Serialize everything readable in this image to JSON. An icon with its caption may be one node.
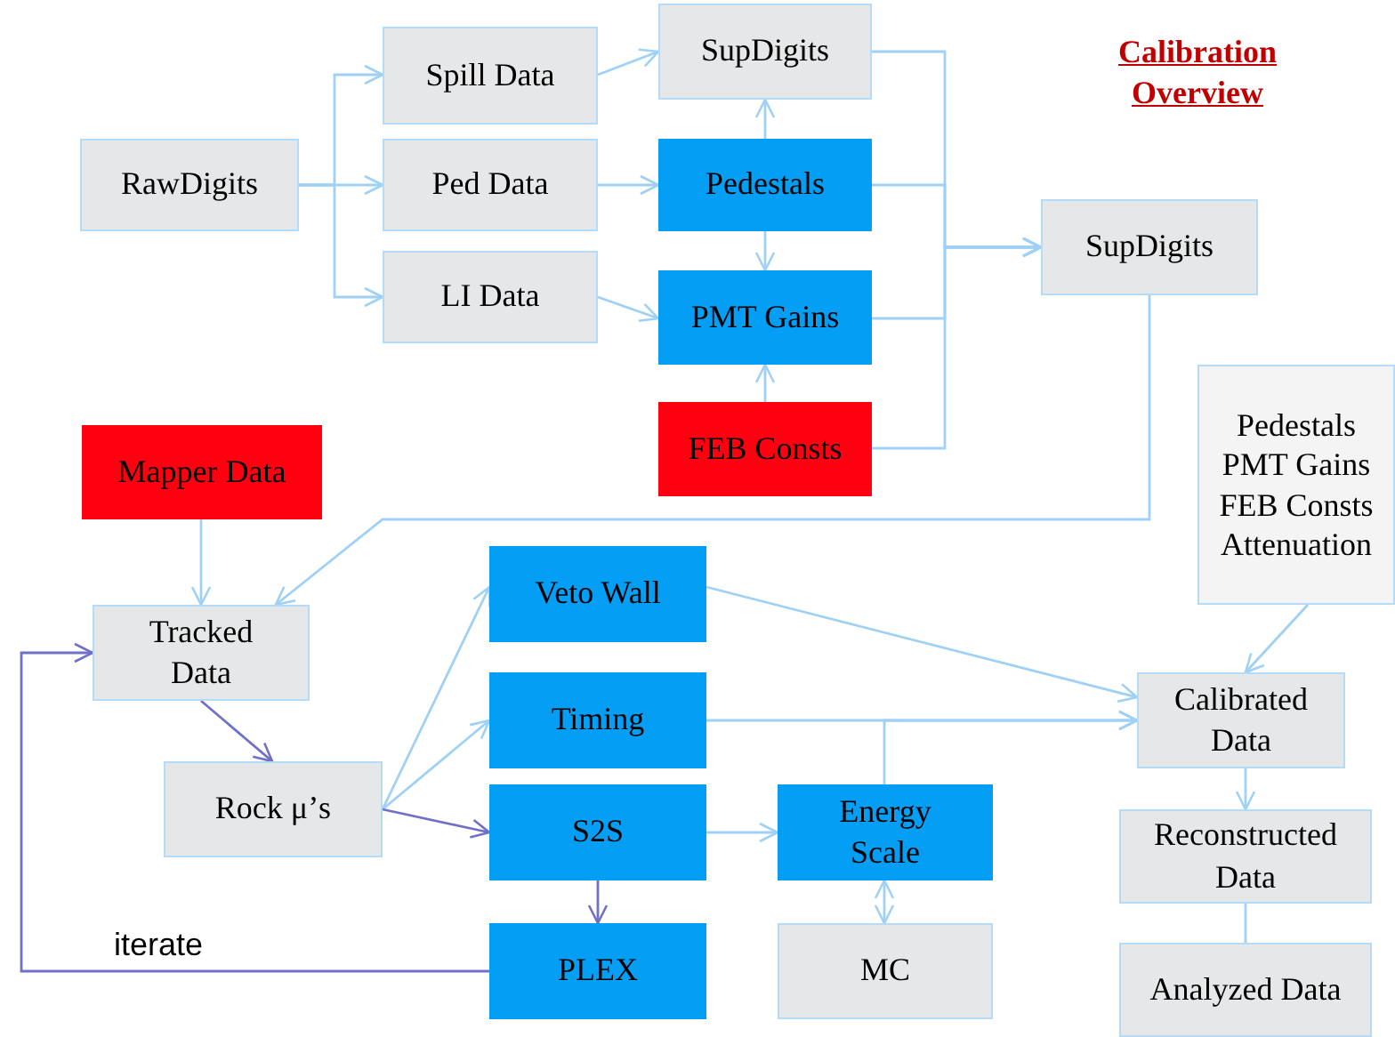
{
  "diagram": {
    "title": "Calibration Overview",
    "nodes": [
      {
        "text": [
          "RawDigits"
        ]
      },
      {
        "text": [
          "Spill Data"
        ]
      },
      {
        "text": [
          "Ped Data"
        ]
      },
      {
        "text": [
          "LI Data"
        ]
      },
      {
        "text": [
          "SupDigits"
        ]
      },
      {
        "text": [
          "Pedestals"
        ]
      },
      {
        "text": [
          "PMT Gains"
        ]
      },
      {
        "text": [
          "FEB Consts"
        ]
      },
      {
        "text": [
          "SupDigits"
        ]
      },
      {
        "text": [
          "Mapper Data"
        ]
      },
      {
        "text": [
          "Tracked Data"
        ]
      },
      {
        "text": [
          "Rock μ’s"
        ]
      },
      {
        "text": [
          "Veto Wall"
        ]
      },
      {
        "text": [
          "Timing"
        ]
      },
      {
        "text": [
          "S2S"
        ]
      },
      {
        "text": [
          "Energy Scale"
        ]
      },
      {
        "text": [
          "PLEX"
        ]
      },
      {
        "text": [
          "MC"
        ]
      },
      {
        "text": [
          "Pedestals",
          "PMT Gains",
          "FEB Consts",
          "Attenuation"
        ]
      },
      {
        "text": [
          "Calibrated Data"
        ]
      },
      {
        "text": [
          "Reconstructed Data"
        ]
      },
      {
        "text": [
          "Analyzed Data"
        ]
      }
    ],
    "edges": [
      {
        "from": 0,
        "to": 1,
        "arrow": "to"
      },
      {
        "from": 0,
        "to": 2,
        "arrow": "to"
      },
      {
        "from": 0,
        "to": 3,
        "arrow": "to"
      },
      {
        "from": 1,
        "to": 4,
        "arrow": "to"
      },
      {
        "from": 2,
        "to": 5,
        "arrow": "to"
      },
      {
        "from": 3,
        "to": 6,
        "arrow": "to"
      },
      {
        "from": 5,
        "to": 4,
        "arrow": "to"
      },
      {
        "from": 5,
        "to": 6,
        "arrow": "to"
      },
      {
        "from": 7,
        "to": 6,
        "arrow": "to"
      },
      {
        "from": 4,
        "to": 8,
        "arrow": "to"
      },
      {
        "from": 5,
        "to": 8,
        "arrow": "to"
      },
      {
        "from": 6,
        "to": 8,
        "arrow": "to"
      },
      {
        "from": 7,
        "to": 8,
        "arrow": "to"
      },
      {
        "from": 8,
        "to": 10,
        "arrow": "to"
      },
      {
        "from": 9,
        "to": 10,
        "arrow": "to"
      },
      {
        "from": 10,
        "to": 11,
        "arrow": "to",
        "color": "#7070c8"
      },
      {
        "from": 11,
        "to": 12,
        "arrow": "to"
      },
      {
        "from": 11,
        "to": 13,
        "arrow": "to"
      },
      {
        "from": 11,
        "to": 14,
        "arrow": "to",
        "color": "#7070c8"
      },
      {
        "from": 14,
        "to": 16,
        "arrow": "to",
        "color": "#7070c8"
      },
      {
        "from": 16,
        "to": 10,
        "arrow": "to",
        "label": "iterate",
        "color": "#7070c8"
      },
      {
        "from": 14,
        "to": 15,
        "arrow": "to"
      },
      {
        "from": 15,
        "to": 19,
        "arrow": "to"
      },
      {
        "from": 13,
        "to": 19,
        "arrow": "to"
      },
      {
        "from": 12,
        "to": 19,
        "arrow": "to"
      },
      {
        "from": 15,
        "to": 17,
        "arrow": "both"
      },
      {
        "from": 18,
        "to": 19,
        "arrow": "to"
      },
      {
        "from": 19,
        "to": 20,
        "arrow": "to"
      },
      {
        "from": 20,
        "to": 21,
        "arrow": "none"
      }
    ]
  }
}
